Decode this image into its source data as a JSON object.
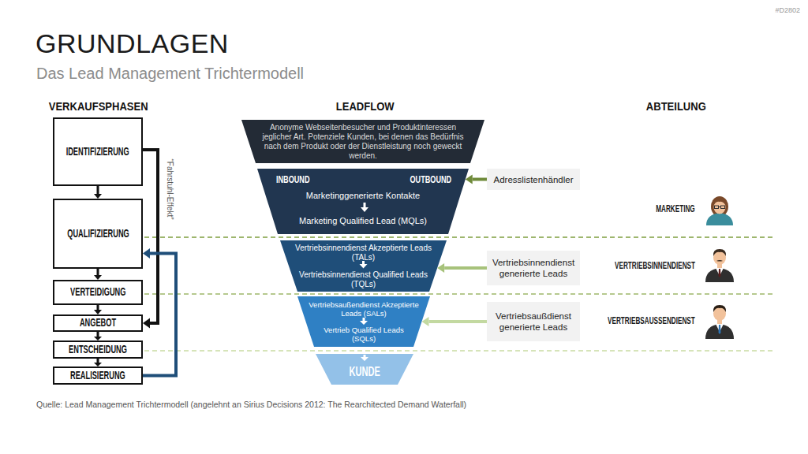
{
  "diagram": {
    "title": "GRUNDLAGEN",
    "caption": "Quelle: Lead Management Trichtermodell (angelehnt an Sirius Decisions 2012: The Rearchitected Demand Waterfall)",
    "nodes": [
      {
        "text": [
          "IDENTIFIZIERUNG"
        ]
      },
      {
        "text": [
          "QUALIFIZIERUNG"
        ]
      },
      {
        "text": [
          "VERTEIDIGUNG"
        ]
      },
      {
        "text": [
          "ANGEBOT"
        ]
      },
      {
        "text": [
          "ENTSCHEIDUNG"
        ]
      },
      {
        "text": [
          "REALISIERUNG"
        ]
      },
      {
        "text": [
          "Anonyme Webseitenbesucher und Produktinteressen jeglicher Art. Potenziele Kunden, bei denen das Bedürfnis nach dem Produkt oder der Dienstleistung noch geweckt werden."
        ]
      },
      {
        "text": [
          "INBOUND",
          "OUTBOUND",
          "Marketinggenerierte Kontakte",
          "Marketing Qualified Lead (MQLs)"
        ]
      },
      {
        "text": [
          "Vertriebsinnendienst Akzeptierte Leads (TALs)",
          "Vertriebsinnendienst Qualified Leads (TQLs)"
        ]
      },
      {
        "text": [
          "Vertriebsaußendienst Akzeptierte Leads (SALs)",
          "Vertrieb Qualified Leads (SQLs)"
        ]
      },
      {
        "text": [
          "KUNDE"
        ]
      },
      {
        "text": [
          "Adresslistenhändler"
        ]
      },
      {
        "text": [
          "Vertriebsinnendienst generierte Leads"
        ]
      },
      {
        "text": [
          "Vertriebsaußdienst generierte Leads"
        ]
      }
    ],
    "edges": [
      {
        "from": 0,
        "to": 1,
        "arrow": "to"
      },
      {
        "from": 1,
        "to": 2,
        "arrow": "to"
      },
      {
        "from": 2,
        "to": 3,
        "arrow": "to"
      },
      {
        "from": 3,
        "to": 4,
        "arrow": "to"
      },
      {
        "from": 4,
        "to": 5,
        "arrow": "to"
      },
      {
        "from": 0,
        "to": 3,
        "label": "“Fahrstuhl-Effekt”",
        "arrow": "to"
      },
      {
        "from": 5,
        "to": 1,
        "arrow": "to"
      },
      {
        "from": 11,
        "to": 7,
        "arrow": "to"
      },
      {
        "from": 12,
        "to": 8,
        "arrow": "to"
      },
      {
        "from": 13,
        "to": 9,
        "arrow": "to"
      }
    ],
    "labels": [
      "#D2802",
      "Das Lead Management Trichtermodell",
      "VERKAUFSPHASEN",
      "LEADFLOW",
      "ABTEILUNG",
      "MARKETING",
      "VERTRIEBSINNENDIENST",
      "VERTRIEBSAUSSENDIENST"
    ]
  }
}
